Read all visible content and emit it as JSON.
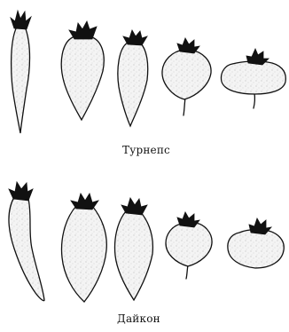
{
  "captions": {
    "turnip": "Турнепс",
    "daikon": "Дайкон"
  },
  "rows": [
    {
      "name": "turnip-row",
      "count": 5
    },
    {
      "name": "daikon-row",
      "count": 5
    }
  ],
  "colors": {
    "ink": "#111111",
    "paper": "#ffffff"
  }
}
